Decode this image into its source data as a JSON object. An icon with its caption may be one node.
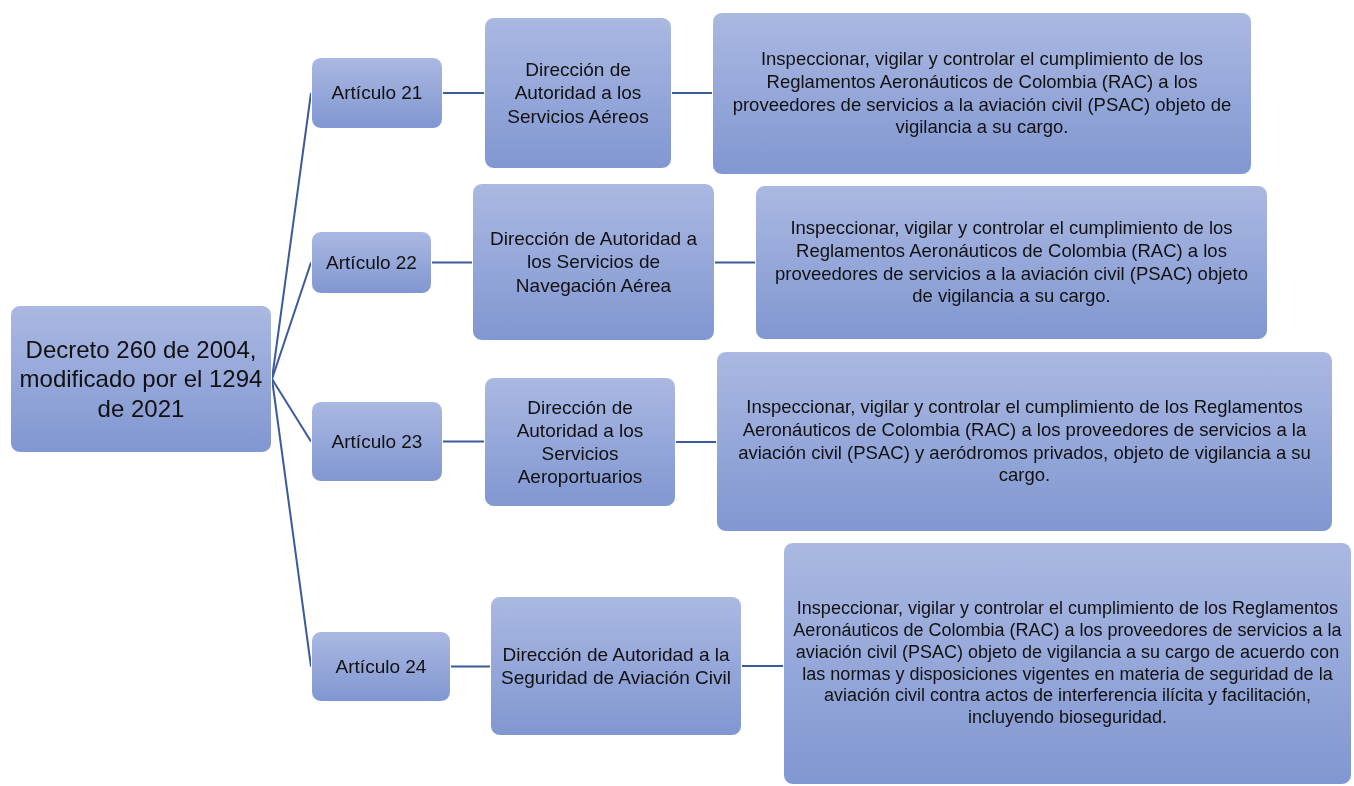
{
  "diagram": {
    "nodes": [
      {
        "text": [
          "Decreto 260 de 2004, modificado por el 1294 de 2021"
        ]
      },
      {
        "text": [
          "Artículo 21"
        ]
      },
      {
        "text": [
          "Dirección de Autoridad a los Servicios Aéreos"
        ]
      },
      {
        "text": [
          "Inspeccionar, vigilar y controlar el cumplimiento de los Reglamentos Aeronáuticos de Colombia (RAC) a los proveedores de servicios a la aviación civil (PSAC) objeto de vigilancia a su cargo."
        ]
      },
      {
        "text": [
          "Artículo 22"
        ]
      },
      {
        "text": [
          "Dirección de Autoridad a los Servicios de Navegación Aérea"
        ]
      },
      {
        "text": [
          "Inspeccionar, vigilar y controlar el cumplimiento de los Reglamentos Aeronáuticos de Colombia (RAC) a los proveedores de servicios a la aviación civil (PSAC) objeto de vigilancia a su cargo."
        ]
      },
      {
        "text": [
          "Artículo 23"
        ]
      },
      {
        "text": [
          "Dirección de Autoridad a los Servicios Aeroportuarios"
        ]
      },
      {
        "text": [
          "Inspeccionar, vigilar y controlar el cumplimiento de los Reglamentos Aeronáuticos de Colombia (RAC) a los proveedores de servicios a la aviación civil (PSAC) y aeródromos privados, objeto de vigilancia a su cargo."
        ]
      },
      {
        "text": [
          "Artículo 24"
        ]
      },
      {
        "text": [
          "Dirección de Autoridad a la Seguridad de Aviación Civil"
        ]
      },
      {
        "text": [
          "Inspeccionar, vigilar y controlar el cumplimiento de los Reglamentos Aeronáuticos de Colombia (RAC) a los proveedores de servicios a la aviación civil (PSAC) objeto de vigilancia a su cargo de acuerdo con las normas y disposiciones vigentes en materia de seguridad de la aviación civil contra actos de interferencia ilícita y facilitación, incluyendo bioseguridad."
        ]
      }
    ],
    "edges": [
      {
        "from": 0,
        "to": 1,
        "arrow": "none"
      },
      {
        "from": 1,
        "to": 2,
        "arrow": "none"
      },
      {
        "from": 2,
        "to": 3,
        "arrow": "none"
      },
      {
        "from": 0,
        "to": 4,
        "arrow": "none"
      },
      {
        "from": 4,
        "to": 5,
        "arrow": "none"
      },
      {
        "from": 5,
        "to": 6,
        "arrow": "none"
      },
      {
        "from": 0,
        "to": 7,
        "arrow": "none"
      },
      {
        "from": 7,
        "to": 8,
        "arrow": "none"
      },
      {
        "from": 8,
        "to": 9,
        "arrow": "none"
      },
      {
        "from": 0,
        "to": 10,
        "arrow": "none"
      },
      {
        "from": 10,
        "to": 11,
        "arrow": "none"
      },
      {
        "from": 11,
        "to": 12,
        "arrow": "none"
      }
    ]
  }
}
